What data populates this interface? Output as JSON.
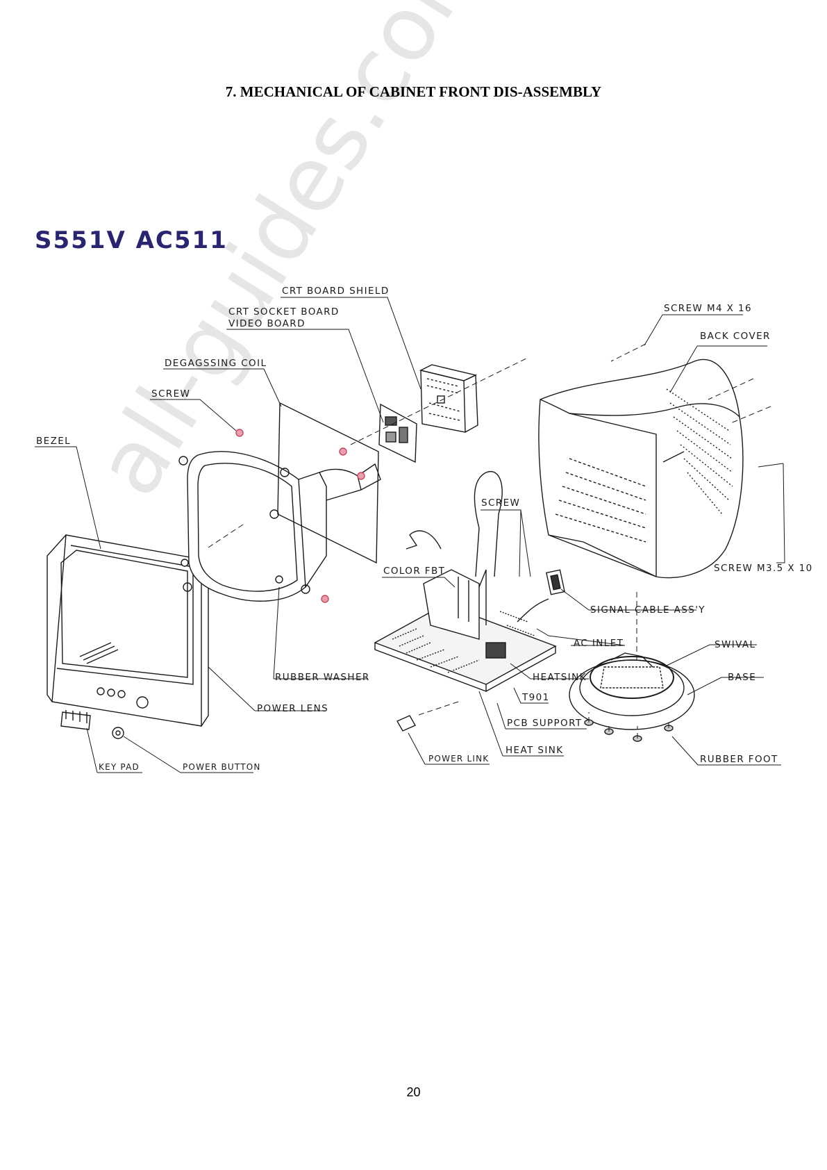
{
  "heading": "7.   MECHANICAL OF CABINET FRONT DIS-ASSEMBLY",
  "model": "S551V  AC511",
  "watermark": "all-guides.com",
  "page_number": "20",
  "labels": {
    "crt_board_shield": "CRT BOARD SHIELD",
    "crt_socket_board": "CRT SOCKET BOARD",
    "video_board": "VIDEO BOARD",
    "degaussing_coil": "DEGAGSSING COIL",
    "screw_left": "SCREW",
    "bezel": "BEZEL",
    "screw_m4": "SCREW M4 X 16",
    "back_cover": "BACK COVER",
    "screw_mid": "SCREW",
    "color_fbt": "COLOR FBT",
    "screw_m35": "SCREW M3.5 X 10",
    "signal_cable": "SIGNAL CABLE ASS'Y",
    "ac_inlet": "AC INLET",
    "swival": "SWIVAL",
    "heatsink_upper": "HEATSINK",
    "base": "BASE",
    "t901": "T901",
    "rubber_washer": "RUBBER WASHER",
    "power_lens": "POWER LENS",
    "pcb_support": "PCB SUPPORT",
    "heat_sink_lower": "HEAT SINK",
    "rubber_foot": "RUBBER FOOT",
    "power_link": "POWER LINK",
    "key_pad": "KEY PAD",
    "power_button": "POWER BUTTON"
  },
  "colors": {
    "model_text": "#2a2570",
    "screw_accent": "#c8455f",
    "line": "#1a1a1a"
  }
}
